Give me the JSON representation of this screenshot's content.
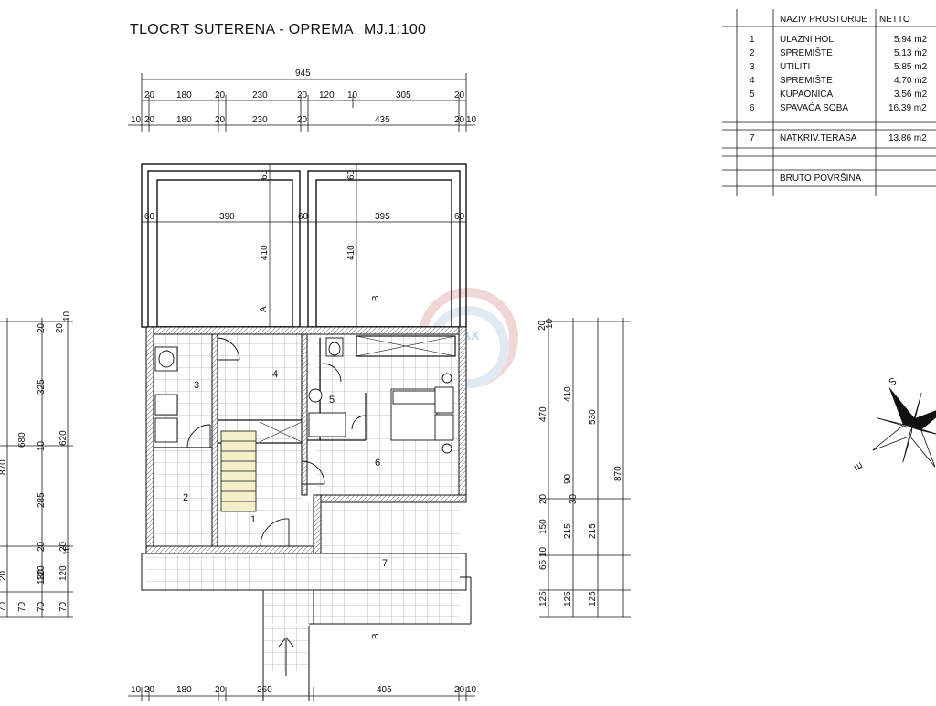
{
  "drawing": {
    "title": "TLOCRT SUTERENA - OPREMA",
    "scale": "MJ.1:100"
  },
  "watermark": "RE/MAX",
  "compass": {
    "s_label": "S",
    "e_label": "E"
  },
  "section_marks": {
    "a": "A",
    "b": "B"
  },
  "room_numbers": [
    "1",
    "2",
    "3",
    "4",
    "5",
    "6",
    "7"
  ],
  "table": {
    "header_name": "NAZIV PROSTORIJE",
    "header_area": "NETTO",
    "rows": [
      {
        "num": "1",
        "name": "ULAZNI HOL",
        "area": "5.94 m2"
      },
      {
        "num": "2",
        "name": "SPREMIŠTE",
        "area": "5.13 m2"
      },
      {
        "num": "3",
        "name": "UTILITI",
        "area": "5.85 m2"
      },
      {
        "num": "4",
        "name": "SPREMIŠTE",
        "area": "4.70 m2"
      },
      {
        "num": "5",
        "name": "KUPAONICA",
        "area": "3.56 m2"
      },
      {
        "num": "6",
        "name": "SPAVAĆA SOBA",
        "area": "16.39 m2"
      }
    ],
    "terrace": {
      "num": "7",
      "name": "NATKRIV.TERASA",
      "area": "13.86 m2"
    },
    "gross_label": "BRUTO POVRŠINA"
  },
  "dimensions": {
    "top_total": "945",
    "top_row2": [
      "20",
      "180",
      "20",
      "230",
      "20",
      "120",
      "10",
      "305",
      "20"
    ],
    "top_row3": [
      "10",
      "20",
      "180",
      "20",
      "230",
      "20",
      "435",
      "20",
      "10"
    ],
    "upper_row": [
      "60",
      "390",
      "60",
      "395",
      "60"
    ],
    "upper_vertical": [
      "60",
      "410",
      "60",
      "410"
    ],
    "bottom_row": [
      "10",
      "20",
      "180",
      "20",
      "260",
      "405",
      "20",
      "10"
    ],
    "left_outer": [
      "680",
      "70",
      "870"
    ],
    "left_mid": [
      "20",
      "325",
      "10",
      "285",
      "20",
      "120",
      "70"
    ],
    "left_inner": [
      "20",
      "10",
      "620",
      "20",
      "130",
      "10",
      "70"
    ],
    "left_inner2": [
      "20",
      "120",
      "70"
    ],
    "right_a": [
      "20",
      "10",
      "470",
      "20",
      "150",
      "10",
      "65",
      "125"
    ],
    "right_b": [
      "410",
      "90",
      "30",
      "215",
      "125"
    ],
    "right_c": [
      "530",
      "215",
      "125"
    ],
    "right_d": [
      "870"
    ]
  }
}
